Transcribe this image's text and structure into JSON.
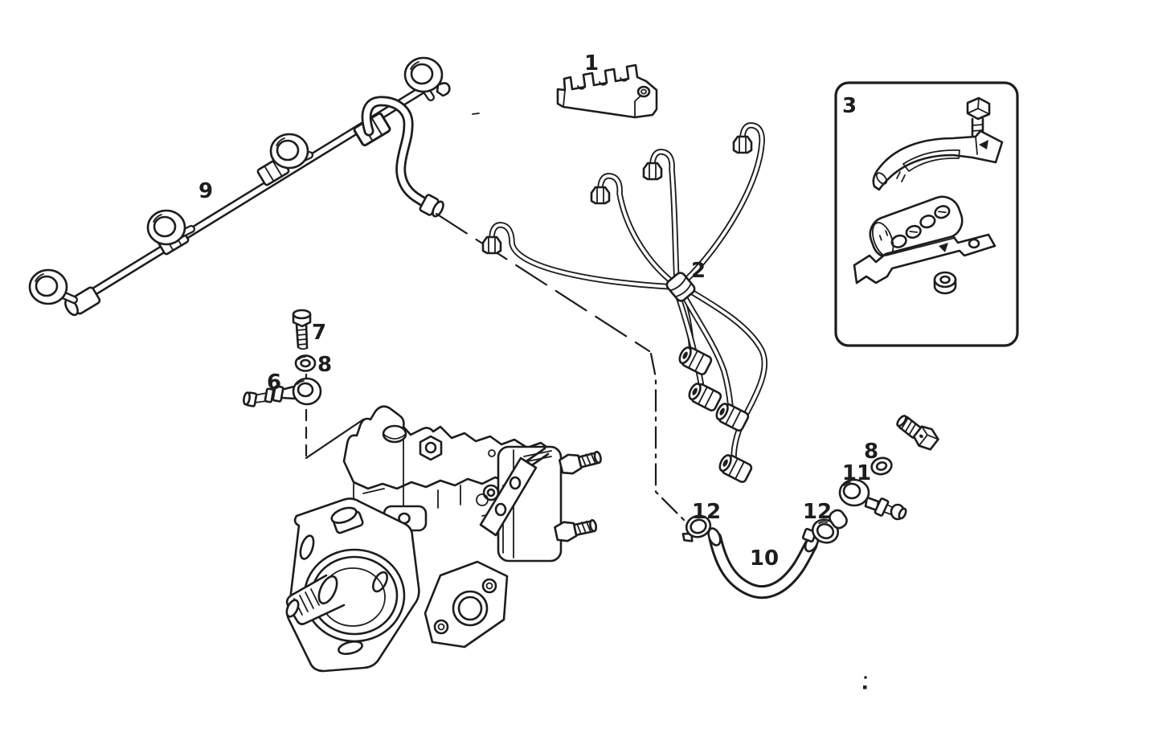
{
  "diagram": {
    "background_color": "#ffffff",
    "line_color": "#1d1d1d",
    "callouts": {
      "c1": "1",
      "c2": "2",
      "c3": "3",
      "c6": "6",
      "c7": "7",
      "c8_upper": "8",
      "c8_lower": "8",
      "c9": "9",
      "c10": "10",
      "c11": "11",
      "c12_left": "12",
      "c12_right": "12"
    }
  }
}
